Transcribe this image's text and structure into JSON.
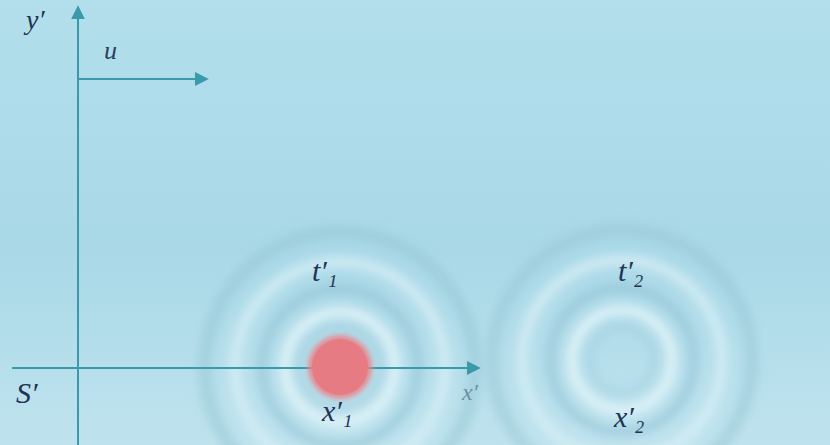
{
  "diagram": {
    "labels": [
      "y′",
      "u",
      "S′",
      "x′",
      "t′₁",
      "t′₂",
      "x′₁",
      "x′₂"
    ]
  }
}
